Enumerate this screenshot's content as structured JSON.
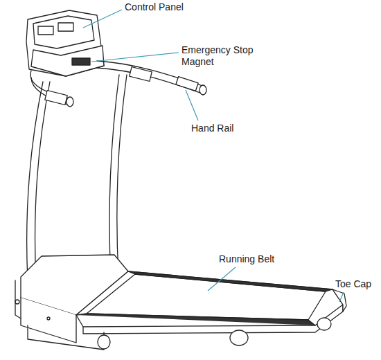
{
  "diagram": {
    "labels": [
      "Control Panel",
      "Emergency Stop Magnet",
      "Hand Rail",
      "Running Belt",
      "Toe Cap"
    ]
  }
}
